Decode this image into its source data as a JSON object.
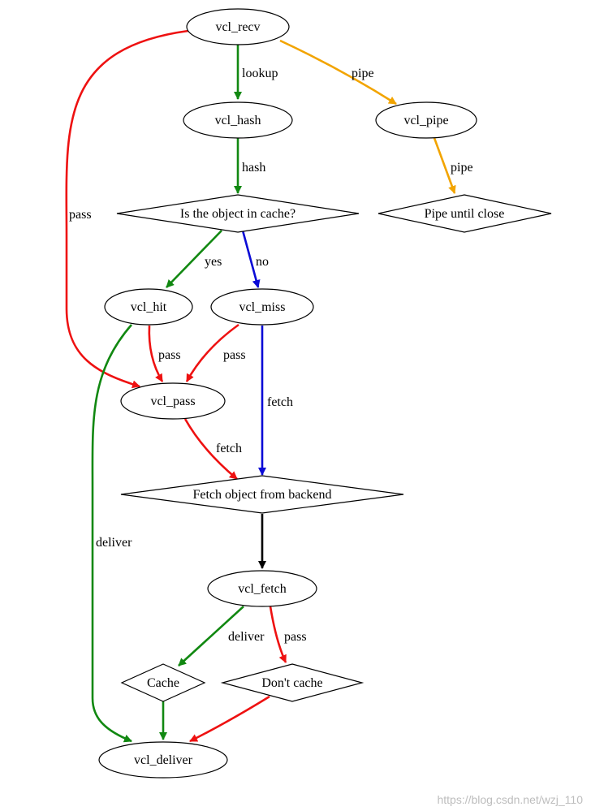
{
  "colors": {
    "green": "#118811",
    "red": "#ee1111",
    "orange": "#f2a400",
    "blue": "#0b0bd6",
    "black": "#000000",
    "watermark": "#bdbdbd"
  },
  "nodes": {
    "vcl_recv": "vcl_recv",
    "vcl_hash": "vcl_hash",
    "vcl_pipe": "vcl_pipe",
    "cache_check": "Is the object in cache?",
    "pipe_close": "Pipe until close",
    "vcl_hit": "vcl_hit",
    "vcl_miss": "vcl_miss",
    "vcl_pass": "vcl_pass",
    "fetch_backend": "Fetch object from backend",
    "vcl_fetch": "vcl_fetch",
    "cache": "Cache",
    "dont_cache": "Don't cache",
    "vcl_deliver": "vcl_deliver"
  },
  "edge_labels": {
    "recv_hash": "lookup",
    "recv_pipe": "pipe",
    "recv_pass": "pass",
    "hash_check": "hash",
    "pipe_close": "pipe",
    "check_hit": "yes",
    "check_miss": "no",
    "hit_pass": "pass",
    "miss_pass": "pass",
    "hit_deliver": "deliver",
    "miss_fetch": "fetch",
    "pass_fetch": "fetch",
    "fetch_cache": "deliver",
    "fetch_dontcache": "pass"
  },
  "watermark": "https://blog.csdn.net/wzj_110"
}
